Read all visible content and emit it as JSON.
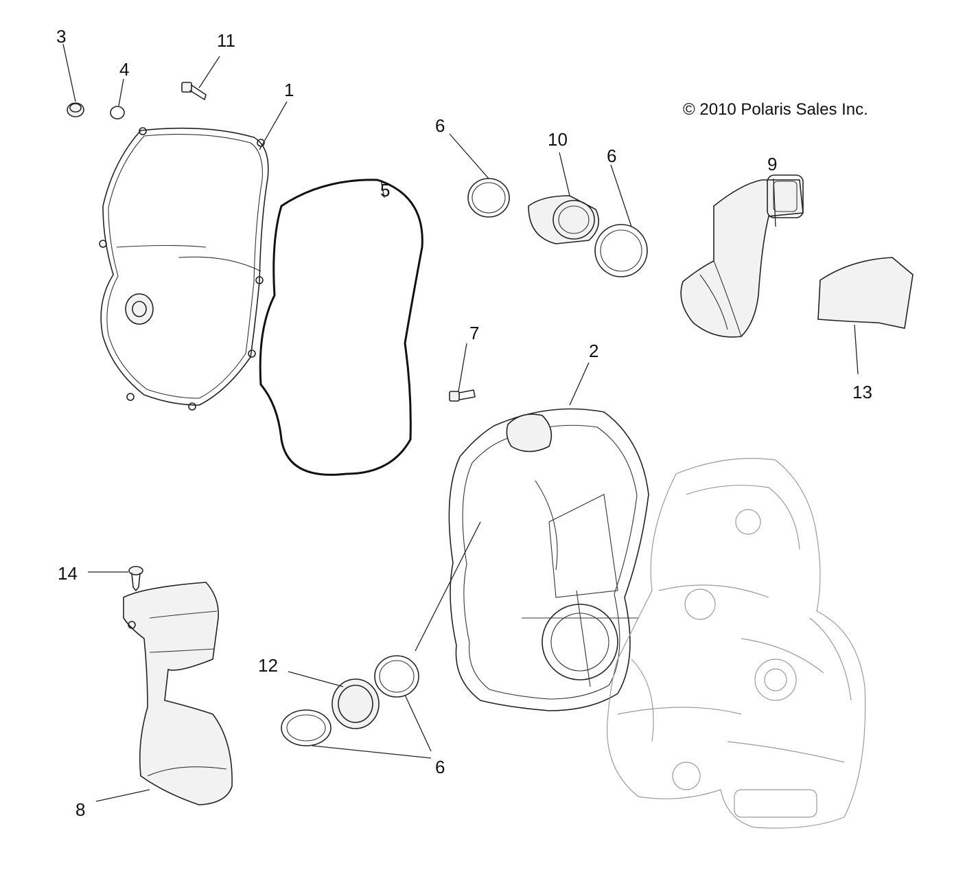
{
  "copyright": "© 2010 Polaris Sales Inc.",
  "callouts": {
    "c1": "1",
    "c2": "2",
    "c3": "3",
    "c4": "4",
    "c5": "5",
    "c6a": "6",
    "c6b": "6",
    "c6c": "6",
    "c7": "7",
    "c8": "8",
    "c9": "9",
    "c10": "10",
    "c11": "11",
    "c12": "12",
    "c13": "13",
    "c14": "14"
  }
}
